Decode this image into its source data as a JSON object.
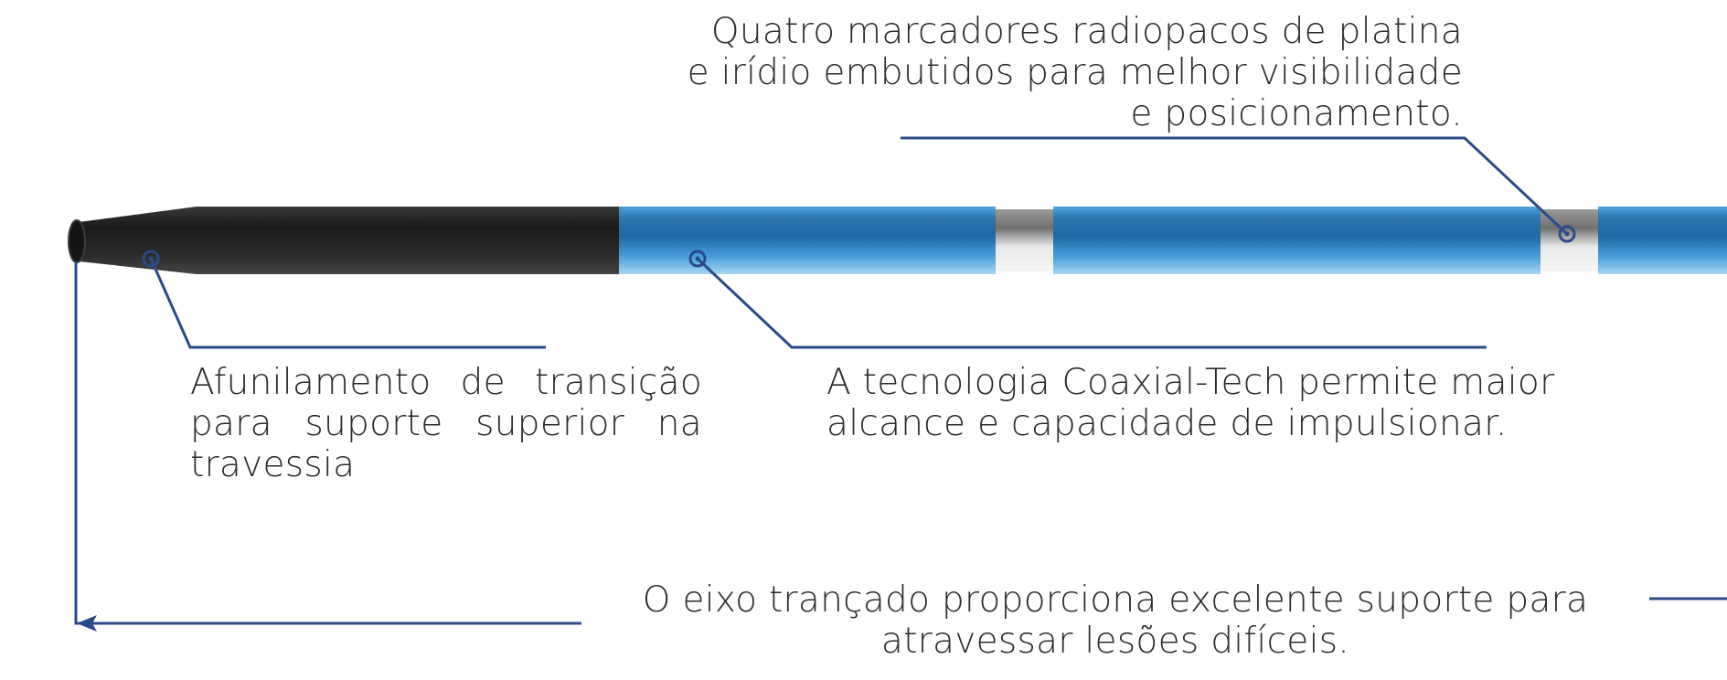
{
  "colors": {
    "leader_line": "#2a4a8a",
    "shaft_blue_dark": "#1e5f95",
    "shaft_blue_mid": "#3a8fcc",
    "shaft_blue_light": "#9fd0ef",
    "tip_dark": "#1f1f1f",
    "marker_band_dark": "#8a8a8a",
    "marker_band_light": "#f2f2f2"
  },
  "callouts": {
    "markers": {
      "lines": [
        "Quatro marcadores radiopacos de platina",
        "e irídio embutidos para melhor visibilidade",
        "e posicionamento."
      ]
    },
    "taper": {
      "lines": [
        "Afunilamento de transição",
        "para suporte superior na",
        "travessia"
      ]
    },
    "coaxial": {
      "lines": [
        "A tecnologia Coaxial-Tech permite maior",
        "alcance e capacidade de impulsionar."
      ]
    },
    "braided": {
      "lines": [
        "O eixo trançado proporciona excelente suporte para",
        "atravessar lesões difíceis."
      ]
    }
  }
}
